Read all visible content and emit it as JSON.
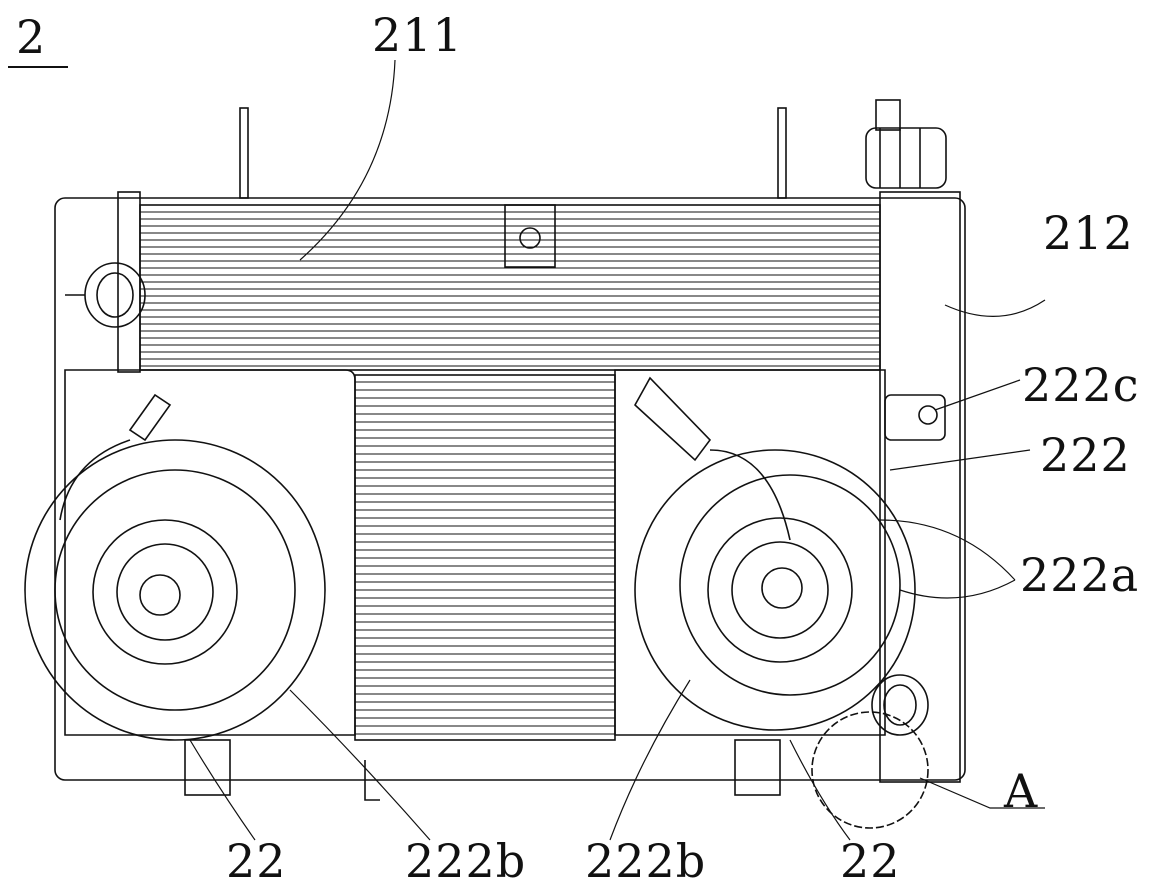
{
  "figure": {
    "number": "2",
    "labels": {
      "core": "211",
      "tank": "212",
      "bracket": "222c",
      "shroud": "222",
      "support_ribs": "222a",
      "fan_left": "22",
      "fan_right": "22",
      "shroud_ring_left": "222b",
      "shroud_ring_right": "222b",
      "detail": "A"
    }
  },
  "colors": {
    "line": "#111111",
    "background": "#ffffff"
  }
}
